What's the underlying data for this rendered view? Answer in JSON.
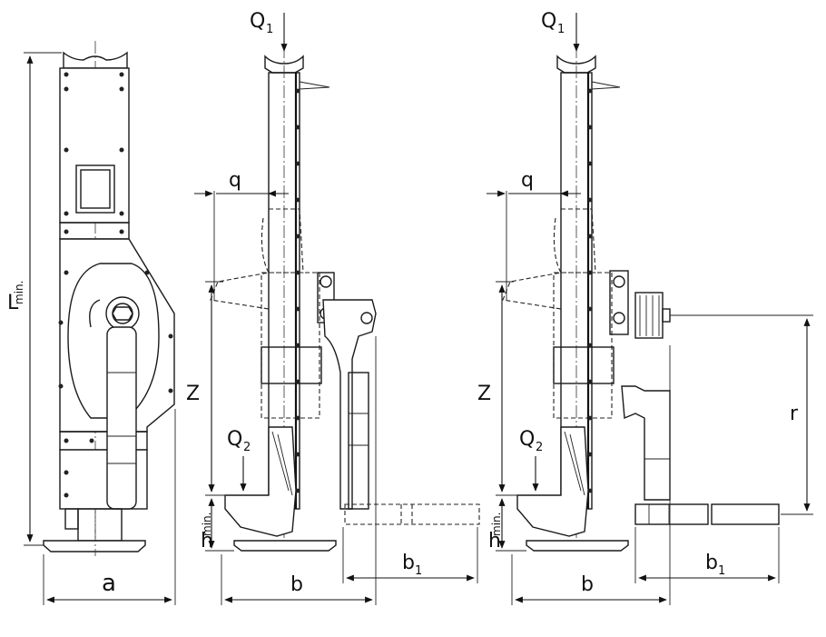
{
  "labels": {
    "a": "a",
    "b_mid": "b",
    "b_right": "b",
    "b1_mid": "b",
    "b1_mid_sub": "1",
    "b1_right": "b",
    "b1_right_sub": "1",
    "q_mid": "q",
    "q_right": "q",
    "Q1_mid": "Q",
    "Q1_mid_sub": "1",
    "Q1_right": "Q",
    "Q1_right_sub": "1",
    "Q2_mid": "Q",
    "Q2_mid_sub": "2",
    "Q2_right": "Q",
    "Q2_right_sub": "2",
    "Z_mid": "Z",
    "Z_right": "Z",
    "r": "r",
    "L": "L",
    "L_sub": "min.",
    "h_mid": "h",
    "h_mid_sub": "min.",
    "h_right": "h",
    "h_right_sub": "min."
  },
  "colors": {
    "line": "#1a1a1a",
    "background": "#ffffff"
  }
}
